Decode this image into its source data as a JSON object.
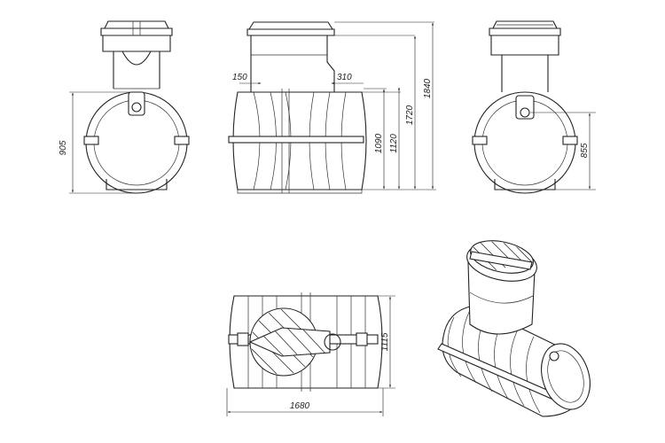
{
  "dimensions": {
    "left_height": "905",
    "top_width_a": "150",
    "top_width_b": "310",
    "height_1090": "1090",
    "height_1120": "1120",
    "height_1720": "1720",
    "height_1840": "1840",
    "right_height": "855",
    "plan_width": "1115",
    "plan_length": "1680"
  }
}
